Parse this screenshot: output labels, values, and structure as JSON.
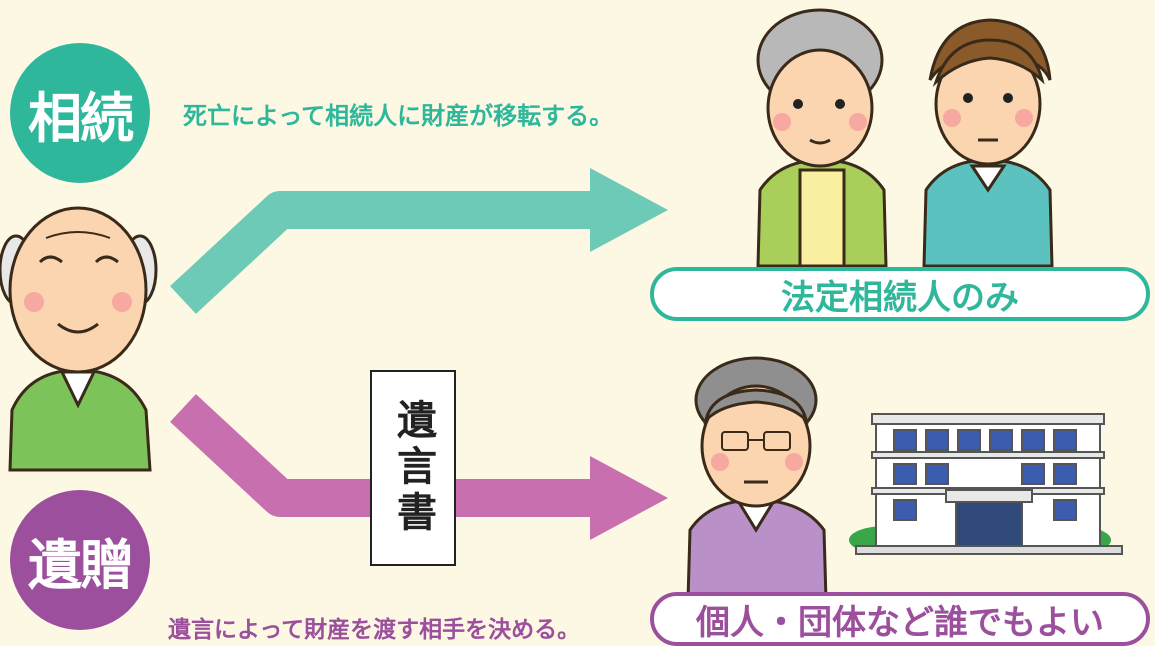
{
  "colors": {
    "inherit": "#2fb79b",
    "inherit_arrow": "#6ccab6",
    "bequest": "#9b4f9c",
    "bequest_arrow": "#c86fb0",
    "background": "#fdf8e4"
  },
  "inheritance": {
    "badge": "相続",
    "description": "死亡によって相続人に財産が移転する。",
    "recipient_label": "法定相続人のみ"
  },
  "bequest": {
    "badge": "遺贈",
    "description": "遺言によって財産を渡す相手を決める。",
    "recipient_label": "個人・団体など誰でもよい"
  },
  "will_document": "遺言書"
}
